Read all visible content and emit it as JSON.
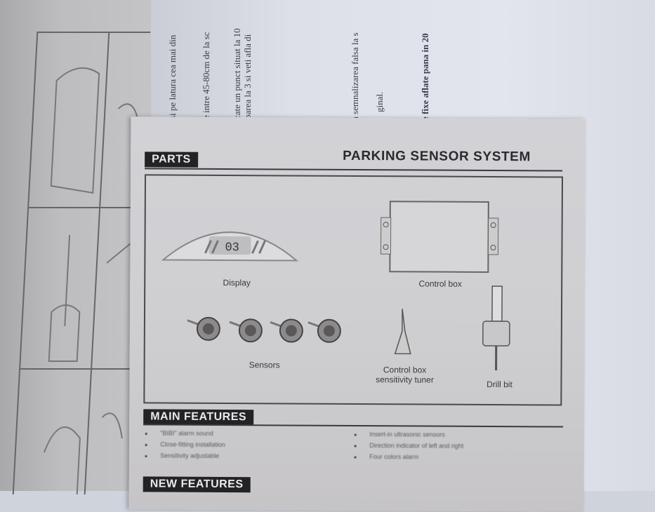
{
  "background_page": {
    "lines": [
      "si pe latura cea mai din",
      "e intre 45-80cm de la sc",
      "cate un punct situat la 10",
      "oarea la 3 si veti afla di",
      "a semnalizarea falsa la s",
      "ginal.",
      "e fixe aflate pana in 20"
    ]
  },
  "manual": {
    "parts_header": "PARTS",
    "title": "PARKING SENSOR SYSTEM",
    "parts": {
      "display_reading": "03",
      "display": "Display",
      "control_box": "Control box",
      "sensors": "Sensors",
      "tuner_line1": "Control box",
      "tuner_line2": "sensitivity tuner",
      "drill_bit": "Drill bit"
    },
    "main_features_header": "MAIN FEATURES",
    "main_features_left": [
      "\"BIBI\" alarm sound",
      "Close-fitting installation",
      "Sensitivity adjustable"
    ],
    "main_features_right": [
      "Insert-in ultrasonic sensors",
      "Direction indicator of left and right",
      "Four colors alarm"
    ],
    "new_features_header": "NEW FEATURES"
  }
}
